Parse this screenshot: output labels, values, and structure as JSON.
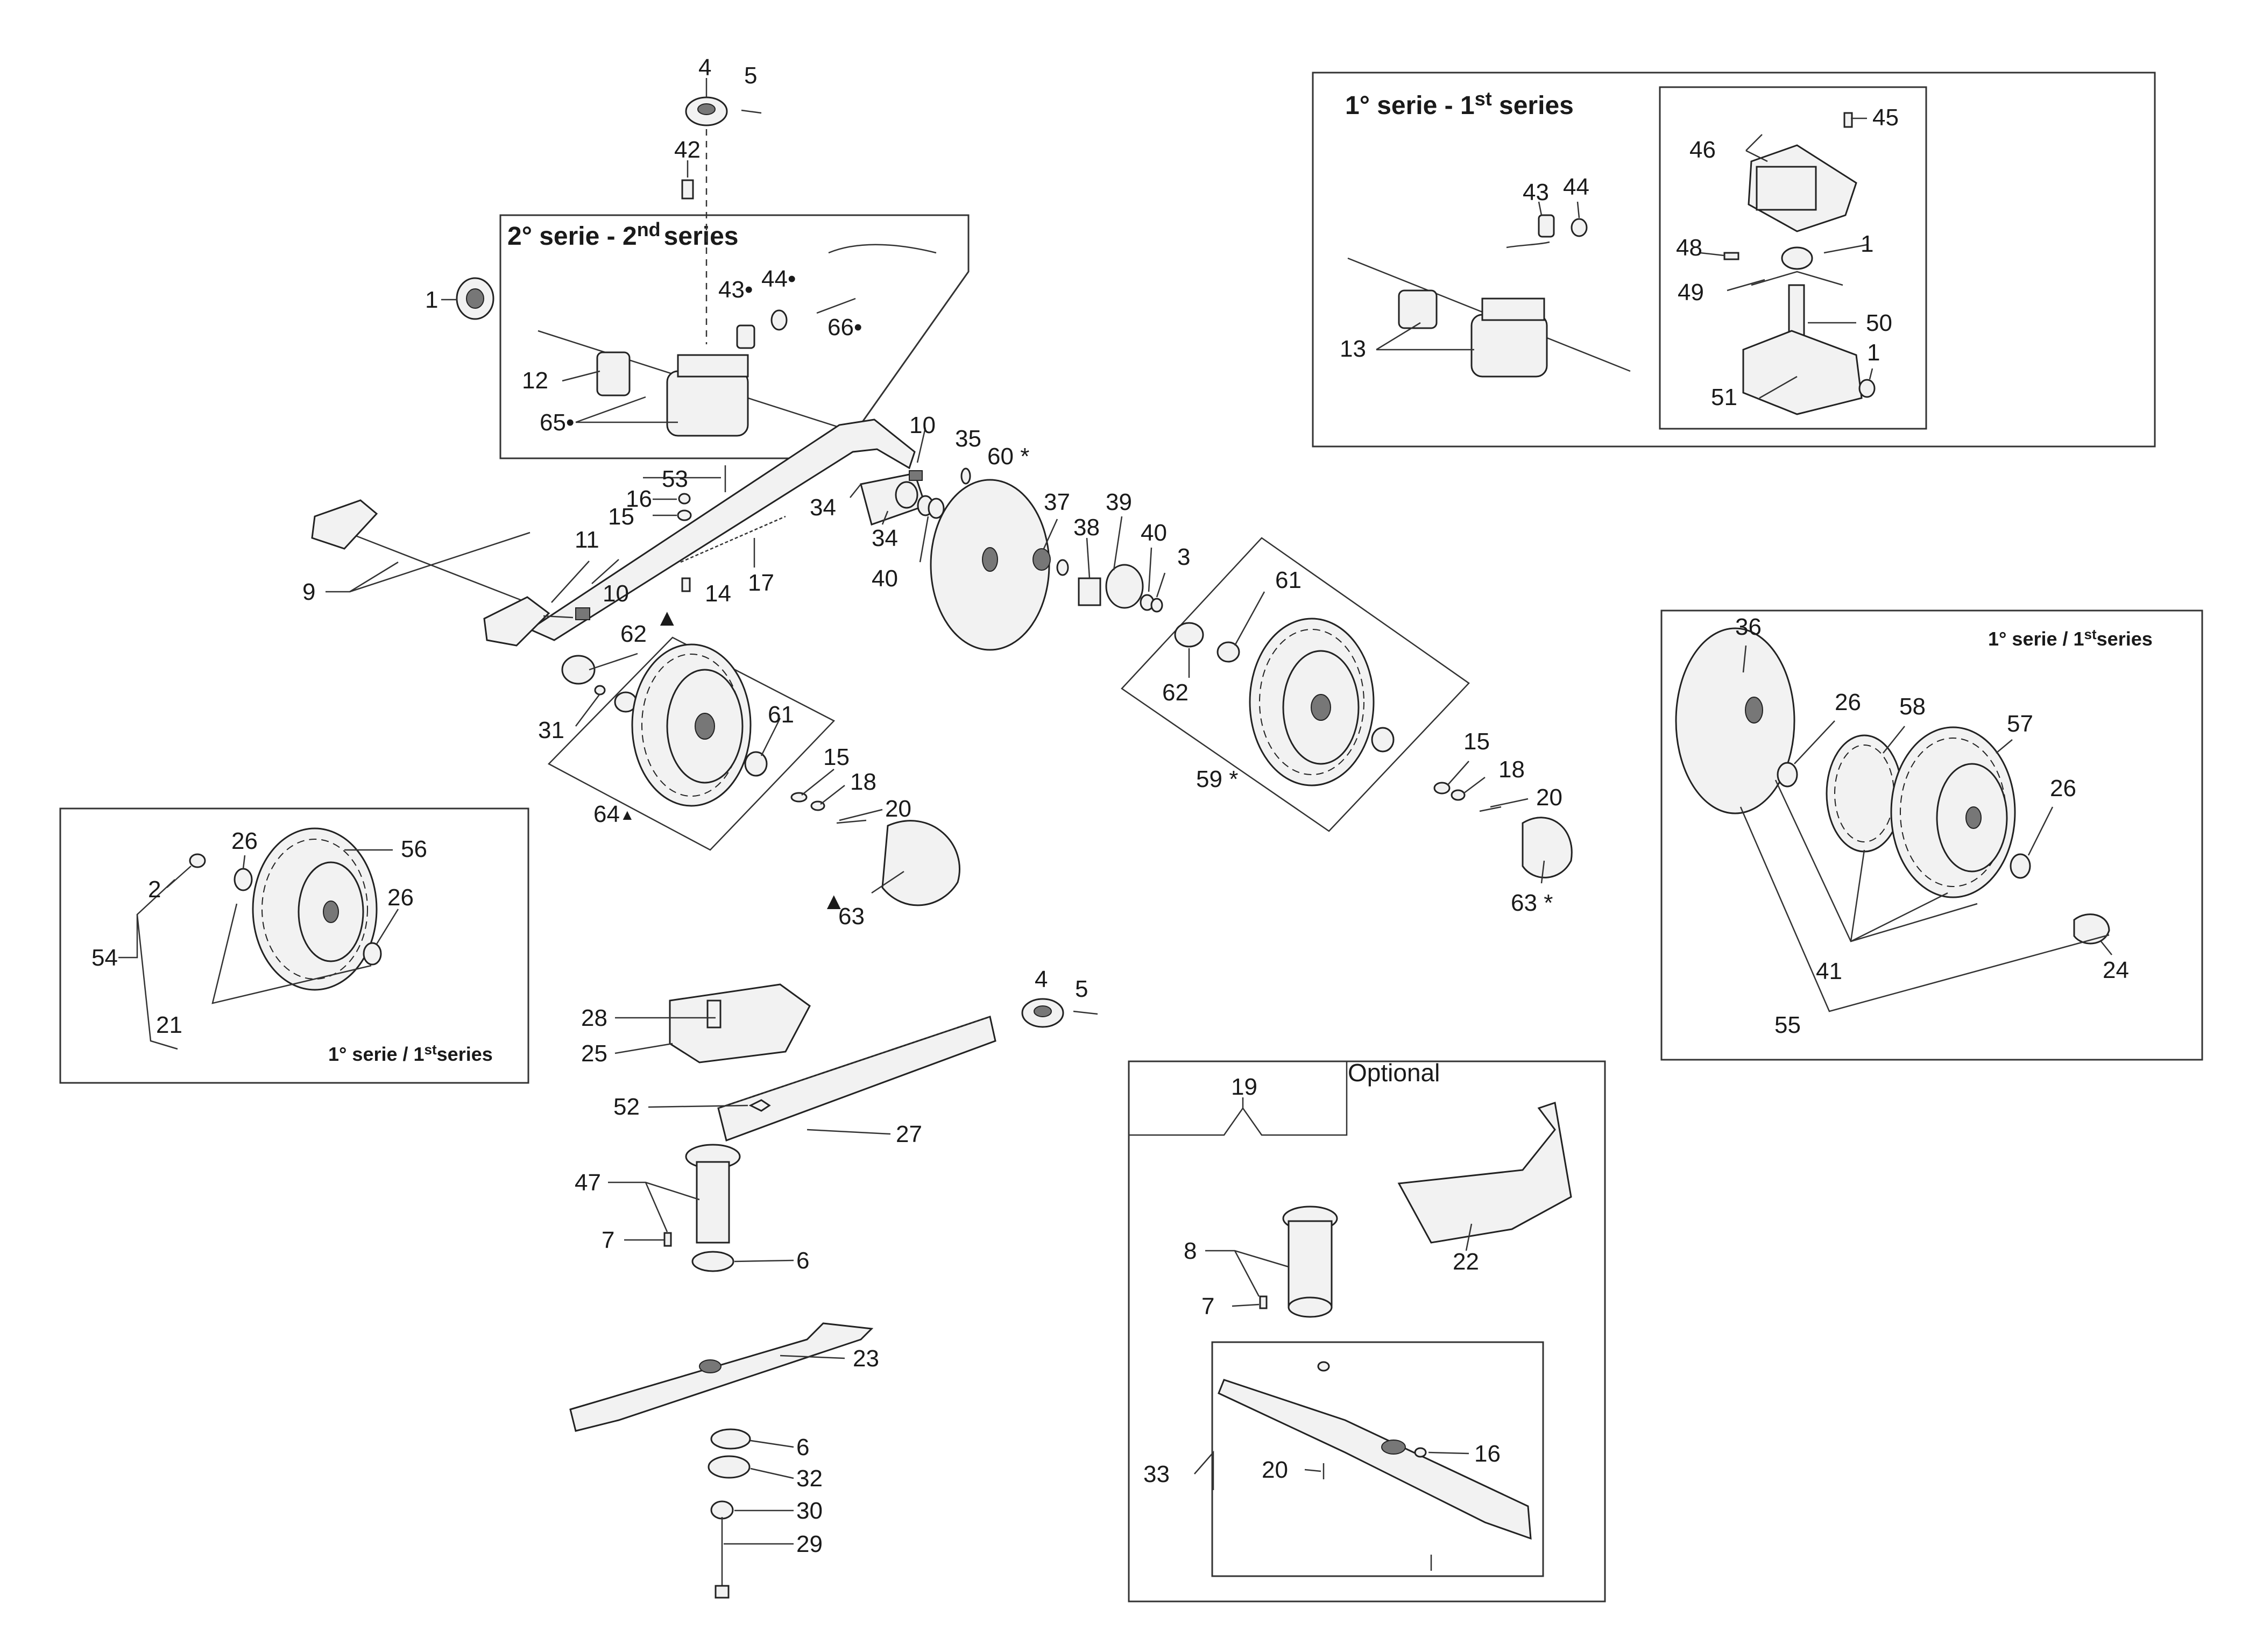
{
  "insets": {
    "second_series_title": "2° serie - 2",
    "second_series_sup": "nd",
    "second_series_tail": "series",
    "first_series_title": "1° serie - 1",
    "first_series_sup": "st",
    "first_series_tail": " series",
    "right_caption": "1° serie / 1",
    "right_caption_sup": "st",
    "right_caption_tail": "series",
    "left_caption": "1° serie / 1",
    "left_caption_sup": "st",
    "left_caption_tail": "series",
    "optional_label": "Optional"
  },
  "labels": {
    "p4a": "4",
    "p5a": "5",
    "p42": "42",
    "p1a": "1",
    "p43a": "43",
    "p44a": "44",
    "p66": "66",
    "p12": "12",
    "p65": "65",
    "p10a": "10",
    "p35": "35",
    "p60": "60",
    "p53": "53",
    "p16a": "16",
    "p15a": "15",
    "p34a": "34",
    "p34b": "34",
    "p37": "37",
    "p38": "38",
    "p39": "39",
    "p40a": "40",
    "p40b": "40",
    "p3": "3",
    "p11": "11",
    "p9": "9",
    "p10b": "10",
    "p14": "14",
    "p17": "17",
    "p62a": "62",
    "p31": "31",
    "p61a": "61",
    "p64": "64",
    "p15b": "15",
    "p18a": "18",
    "p20a": "20",
    "p63a": "63",
    "p61b": "61",
    "p62b": "62",
    "p59": "59",
    "p15c": "15",
    "p18b": "18",
    "p20b": "20",
    "p63b": "63",
    "p43b": "43",
    "p44b": "44",
    "p13": "13",
    "p45": "45",
    "p46": "46",
    "p48": "48",
    "p1b": "1",
    "p49": "49",
    "p50": "50",
    "p1c": "1",
    "p51": "51",
    "p36": "36",
    "p26a": "26",
    "p58": "58",
    "p57": "57",
    "p26b": "26",
    "p41a": "41",
    "p24": "24",
    "p55": "55",
    "p2": "2",
    "p26c": "26",
    "p56": "56",
    "p54": "54",
    "p26d": "26",
    "p21": "21",
    "p4b": "4",
    "p5b": "5",
    "p28": "28",
    "p25": "25",
    "p52": "52",
    "p27": "27",
    "p47": "47",
    "p7a": "7",
    "p6a": "6",
    "p23": "23",
    "p6b": "6",
    "p32": "32",
    "p30": "30",
    "p29": "29",
    "p19": "19",
    "p8": "8",
    "p7b": "7",
    "p22": "22",
    "p16b": "16",
    "p20c": "20",
    "p33": "33"
  },
  "markers": {
    "dot": "•",
    "star": "*",
    "triangle": "▲"
  }
}
